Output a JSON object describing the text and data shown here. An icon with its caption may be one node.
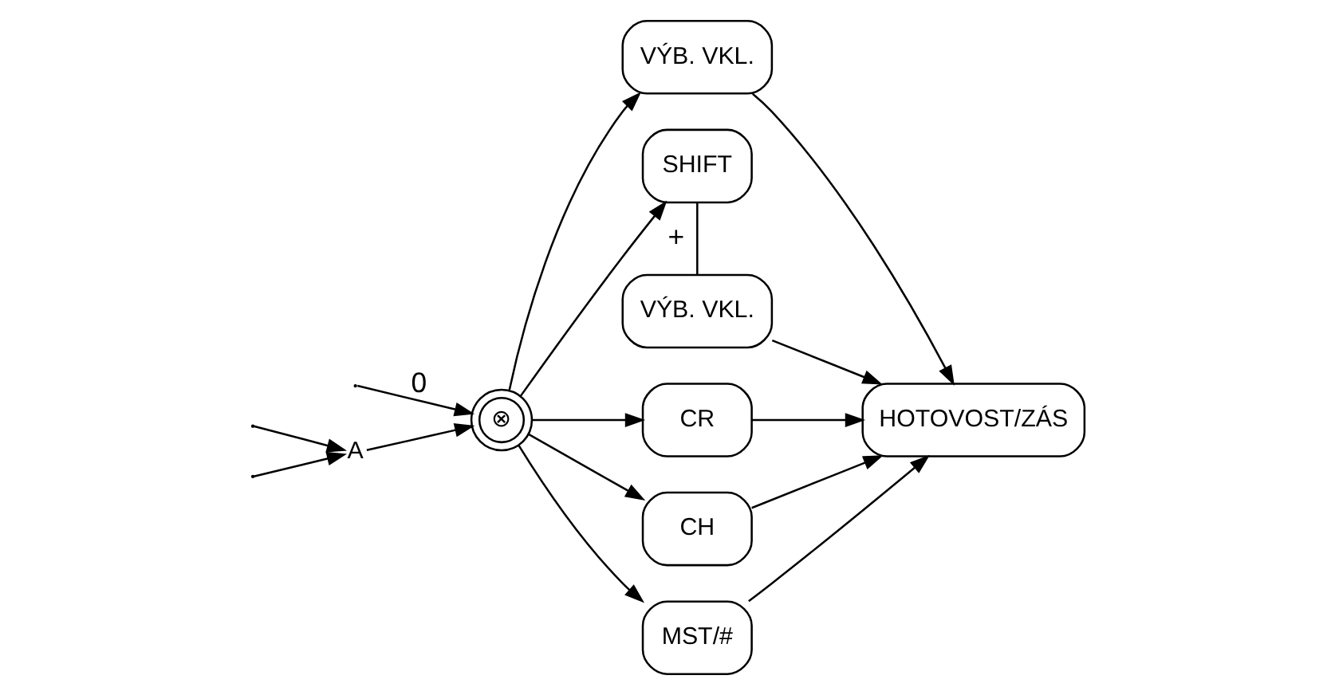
{
  "diagram": {
    "nodes": [
      {
        "text": [
          "A"
        ]
      },
      {
        "text": [
          "⊗"
        ]
      },
      {
        "text": [
          "VÝB. VKL."
        ]
      },
      {
        "text": [
          "SHIFT"
        ]
      },
      {
        "text": [
          "VÝB. VKL."
        ]
      },
      {
        "text": [
          "CR"
        ]
      },
      {
        "text": [
          "CH"
        ]
      },
      {
        "text": [
          "MST/#"
        ]
      },
      {
        "text": [
          "HOTOVOST/ZÁS"
        ]
      }
    ],
    "edges": [
      {
        "from": null,
        "to": 0,
        "arrow": "to"
      },
      {
        "from": null,
        "to": 0,
        "arrow": "to"
      },
      {
        "from": 0,
        "to": 1,
        "arrow": "to"
      },
      {
        "from": null,
        "to": 1,
        "arrow": "to",
        "label": "0"
      },
      {
        "from": 1,
        "to": 2,
        "arrow": "to"
      },
      {
        "from": 1,
        "to": 3,
        "arrow": "to"
      },
      {
        "from": 3,
        "to": 4,
        "arrow": "none",
        "label": "+"
      },
      {
        "from": 1,
        "to": 5,
        "arrow": "to"
      },
      {
        "from": 1,
        "to": 6,
        "arrow": "to"
      },
      {
        "from": 1,
        "to": 7,
        "arrow": "to"
      },
      {
        "from": 2,
        "to": 8,
        "arrow": "to"
      },
      {
        "from": 4,
        "to": 8,
        "arrow": "to"
      },
      {
        "from": 5,
        "to": 8,
        "arrow": "to"
      },
      {
        "from": 6,
        "to": 8,
        "arrow": "to"
      },
      {
        "from": 7,
        "to": 8,
        "arrow": "to"
      }
    ]
  }
}
